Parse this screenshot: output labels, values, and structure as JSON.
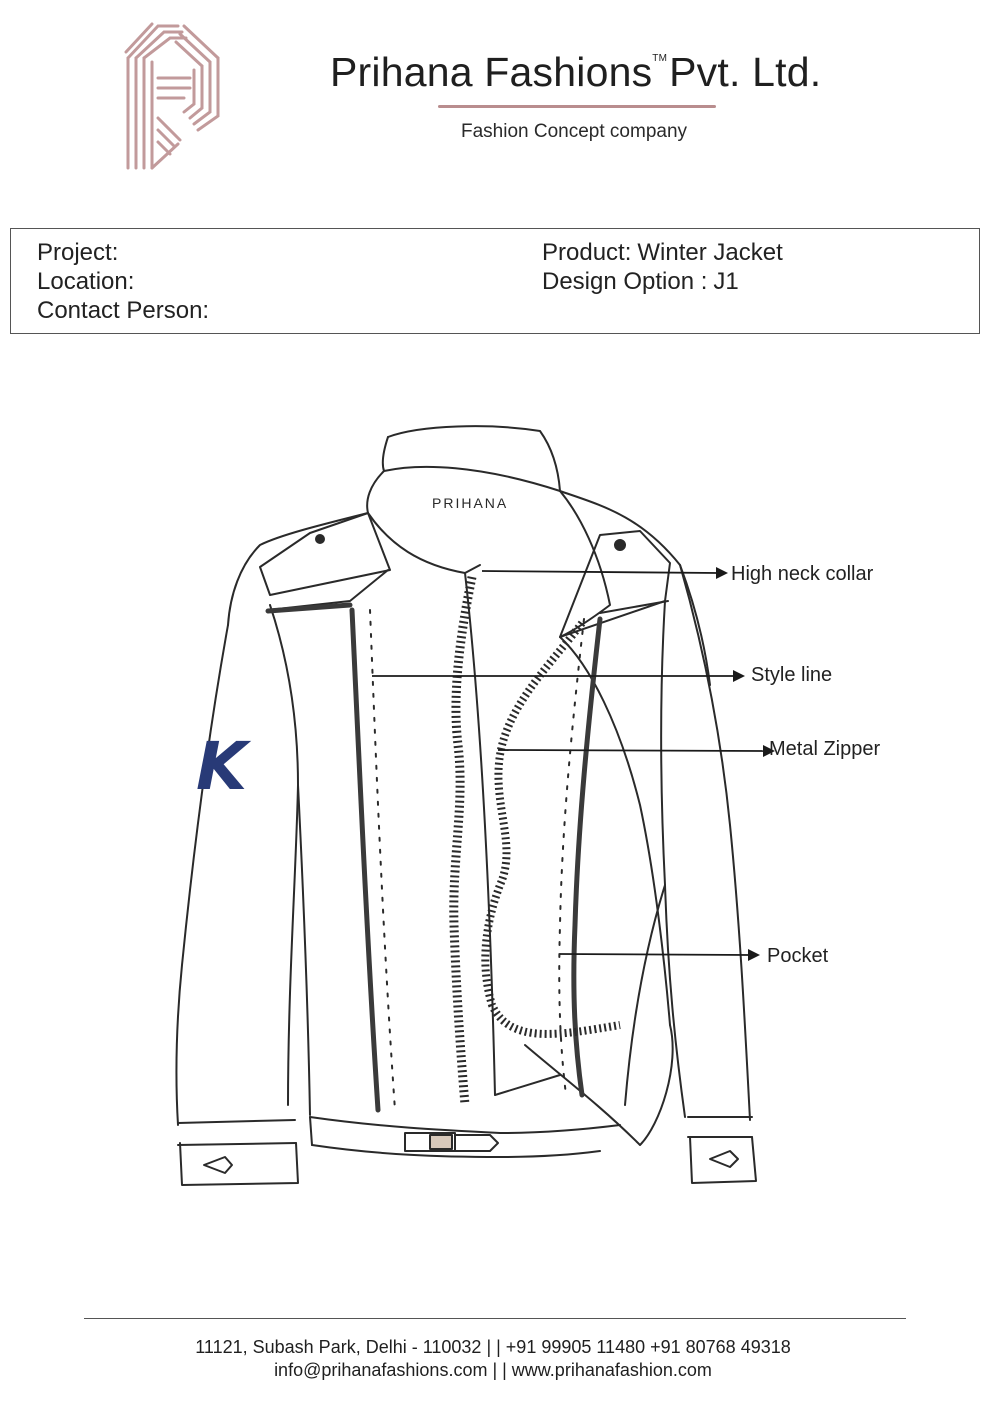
{
  "header": {
    "company_name": "Prihana Fashions",
    "trademark": "TM",
    "company_suffix": "Pvt. Ltd.",
    "tagline": "Fashion Concept company",
    "brand_color": "#b98d8e",
    "logo_icon": "prihana-monogram-logo"
  },
  "info": {
    "project_label": "Project:",
    "project_value": "",
    "location_label": "Location:",
    "location_value": "",
    "contact_label": "Contact Person:",
    "contact_value": "",
    "product_label": "Product:",
    "product_value": "Winter Jacket",
    "design_label": "Design Option :",
    "design_value": "J1"
  },
  "sketch": {
    "collar_label": "PRIHANA",
    "sleeve_badge": "K",
    "sleeve_badge_color": "#283a77",
    "callouts": {
      "high_neck_collar": "High neck collar",
      "style_line": "Style line",
      "metal_zipper": "Metal Zipper",
      "pocket": "Pocket"
    }
  },
  "footer": {
    "address_line": "11121, Subash Park, Delhi - 110032 | | +91 99905 11480 +91 80768 49318",
    "contact_line": "info@prihanafashions.com | | www.prihanafashion.com"
  }
}
